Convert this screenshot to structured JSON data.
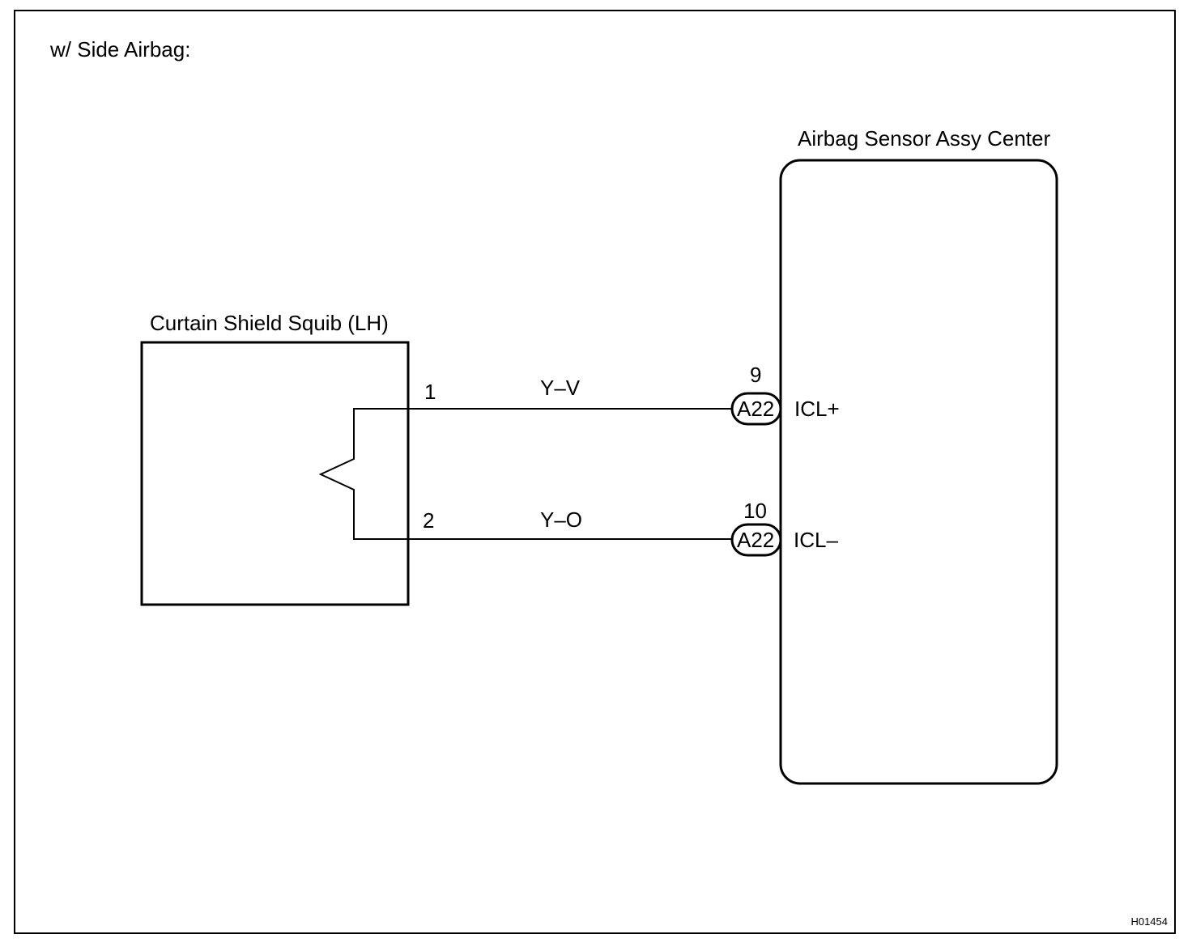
{
  "diagram": {
    "condition_label": "w/ Side Airbag:",
    "figure_code": "H01454",
    "components": {
      "squib": {
        "name": "Curtain Shield Squib (LH)"
      },
      "sensor": {
        "name": "Airbag Sensor Assy Center"
      }
    },
    "wires": [
      {
        "from_pin": "1",
        "color_code": "Y–V",
        "connector": "A22",
        "to_pin": "9",
        "terminal": "ICL+"
      },
      {
        "from_pin": "2",
        "color_code": "Y–O",
        "connector": "A22",
        "to_pin": "10",
        "terminal": "ICL–"
      }
    ]
  }
}
